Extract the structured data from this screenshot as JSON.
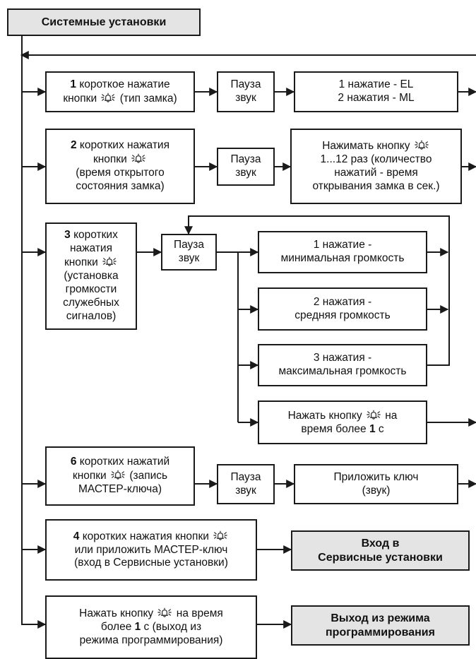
{
  "diagram": {
    "title": "Системные установки",
    "row1": {
      "action": [
        [
          {
            "b": "1"
          },
          {
            "t": " короткое нажатие"
          }
        ],
        [
          {
            "t": "кнопки "
          },
          {
            "icon": "bell-icon"
          },
          {
            "t": " (тип замка)"
          }
        ]
      ],
      "pause": [
        [
          {
            "t": "Пауза"
          }
        ],
        [
          {
            "t": "звук"
          }
        ]
      ],
      "result": [
        [
          {
            "t": "1 нажатие - EL"
          }
        ],
        [
          {
            "t": "2 нажатия - ML"
          }
        ]
      ]
    },
    "row2": {
      "action": [
        [
          {
            "b": "2"
          },
          {
            "t": " коротких нажатия"
          }
        ],
        [
          {
            "t": "кнопки "
          },
          {
            "icon": "bell-icon"
          }
        ],
        [
          {
            "t": "(время открытого"
          }
        ],
        [
          {
            "t": "состояния замка)"
          }
        ]
      ],
      "pause": [
        [
          {
            "t": "Пауза"
          }
        ],
        [
          {
            "t": "звук"
          }
        ]
      ],
      "result": [
        [
          {
            "t": "Нажимать кнопку "
          },
          {
            "icon": "bell-icon"
          }
        ],
        [
          {
            "t": "1...12 раз (количество"
          }
        ],
        [
          {
            "t": "нажатий - время"
          }
        ],
        [
          {
            "t": "открывания замка в сек.)"
          }
        ]
      ]
    },
    "row3": {
      "action": [
        [
          {
            "b": "3"
          },
          {
            "t": " коротких"
          }
        ],
        [
          {
            "t": "нажатия"
          }
        ],
        [
          {
            "t": "кнопки "
          },
          {
            "icon": "bell-icon"
          }
        ],
        [
          {
            "t": "(установка"
          }
        ],
        [
          {
            "t": "громкости"
          }
        ],
        [
          {
            "t": "служебных"
          }
        ],
        [
          {
            "t": "сигналов)"
          }
        ]
      ],
      "pause": [
        [
          {
            "t": "Пауза"
          }
        ],
        [
          {
            "t": "звук"
          }
        ]
      ],
      "options": [
        [
          [
            {
              "t": "1 нажатие -"
            }
          ],
          [
            {
              "t": "минимальная громкость"
            }
          ]
        ],
        [
          [
            {
              "t": "2 нажатия -"
            }
          ],
          [
            {
              "t": "средняя громкость"
            }
          ]
        ],
        [
          [
            {
              "t": "3 нажатия -"
            }
          ],
          [
            {
              "t": "максимальная громкость"
            }
          ]
        ],
        [
          [
            {
              "t": "Нажать кнопку "
            },
            {
              "icon": "bell-icon"
            },
            {
              "t": " на"
            }
          ],
          [
            {
              "t": "время более "
            },
            {
              "b": "1"
            },
            {
              "t": " с"
            }
          ]
        ]
      ]
    },
    "row4": {
      "action": [
        [
          {
            "b": "6"
          },
          {
            "t": " коротких нажатий"
          }
        ],
        [
          {
            "t": "кнопки "
          },
          {
            "icon": "bell-icon"
          },
          {
            "t": " (запись"
          }
        ],
        [
          {
            "t": "МАСТЕР-ключа)"
          }
        ]
      ],
      "pause": [
        [
          {
            "t": "Пауза"
          }
        ],
        [
          {
            "t": "звук"
          }
        ]
      ],
      "result": [
        [
          {
            "t": "Приложить ключ"
          }
        ],
        [
          {
            "t": "(звук)"
          }
        ]
      ]
    },
    "row5": {
      "action": [
        [
          {
            "b": "4"
          },
          {
            "t": " коротких нажатия кнопки "
          },
          {
            "icon": "bell-icon"
          }
        ],
        [
          {
            "t": "или приложить МАСТЕР-ключ"
          }
        ],
        [
          {
            "t": "(вход в Сервисные установки)"
          }
        ]
      ],
      "result": [
        [
          {
            "t": "Вход в"
          }
        ],
        [
          {
            "t": "Сервисные установки"
          }
        ]
      ]
    },
    "row6": {
      "action": [
        [
          {
            "t": "Нажать кнопку "
          },
          {
            "icon": "bell-icon"
          },
          {
            "t": " на время"
          }
        ],
        [
          {
            "t": "более "
          },
          {
            "b": "1"
          },
          {
            "t": " с (выход из"
          }
        ],
        [
          {
            "t": "режима программирования)"
          }
        ]
      ],
      "result": [
        [
          {
            "t": "Выход из режима"
          }
        ],
        [
          {
            "t": "программирования"
          }
        ]
      ]
    }
  }
}
